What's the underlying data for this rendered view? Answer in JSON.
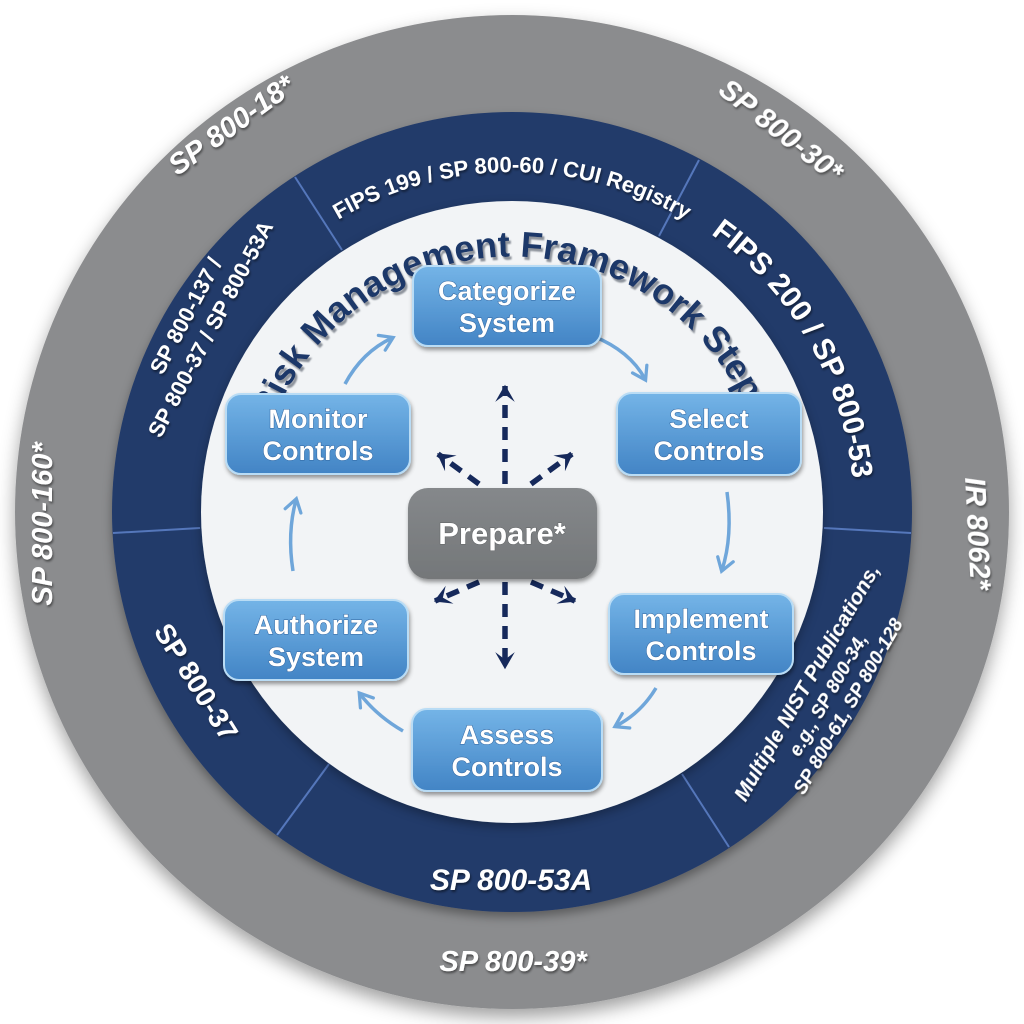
{
  "title": "Risk Management Framework Steps",
  "center_box": {
    "label": "Prepare*"
  },
  "steps": {
    "categorize": {
      "line1": "Categorize",
      "line2": "System"
    },
    "select": {
      "line1": "Select",
      "line2": "Controls"
    },
    "implement": {
      "line1": "Implement",
      "line2": "Controls"
    },
    "assess": {
      "line1": "Assess",
      "line2": "Controls"
    },
    "authorize": {
      "line1": "Authorize",
      "line2": "System"
    },
    "monitor": {
      "line1": "Monitor",
      "line2": "Controls"
    }
  },
  "inner_ring": {
    "top": "FIPS 199 / SP 800-60 / CUI Registry",
    "top_right": "FIPS 200 / SP 800-53",
    "bottom_right_line1": "Multiple NIST Publications,",
    "bottom_right_line2": "e.g., SP 800-34,",
    "bottom_right_line3": "SP 800-61, SP 800-128",
    "bottom": "SP 800-53A",
    "bottom_left": "SP 800-37",
    "top_left_line1": "SP 800-137 /",
    "top_left_line2": "SP 800-37 / SP 800-53A"
  },
  "outer_ring": {
    "top_left": "SP 800-18*",
    "top_right": "SP 800-30*",
    "right": "IR 8062*",
    "bottom": "SP 800-39*",
    "left": "SP 800-160*"
  },
  "colors": {
    "outer_ring": "#8b8c8e",
    "inner_ring": "#223a6a",
    "inner_circle": "#f2f4f6",
    "step_box_top": "#74b4e7",
    "step_box_bottom": "#4284c5",
    "center_box_top": "#85888b",
    "center_box_bottom": "#747779",
    "title_text": "#1d3769",
    "dashed_arrow": "#16295b",
    "cycle_arrow": "#6fa6da",
    "divider": "#5577bb"
  }
}
